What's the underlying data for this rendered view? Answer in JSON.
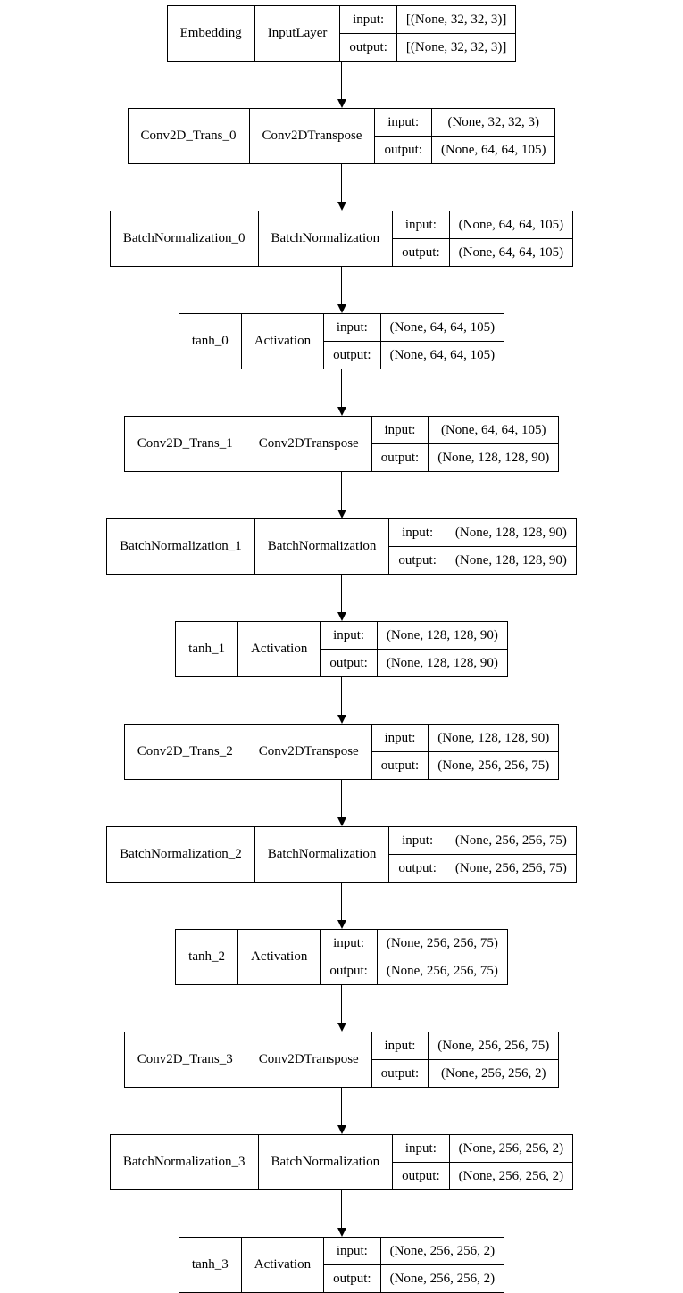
{
  "labels": {
    "input": "input:",
    "output": "output:"
  },
  "nodes": [
    {
      "name": "Embedding",
      "type": "InputLayer",
      "input": "[(None, 32, 32, 3)]",
      "output": "[(None, 32, 32, 3)]"
    },
    {
      "name": "Conv2D_Trans_0",
      "type": "Conv2DTranspose",
      "input": "(None, 32, 32, 3)",
      "output": "(None, 64, 64, 105)"
    },
    {
      "name": "BatchNormalization_0",
      "type": "BatchNormalization",
      "input": "(None, 64, 64, 105)",
      "output": "(None, 64, 64, 105)"
    },
    {
      "name": "tanh_0",
      "type": "Activation",
      "input": "(None, 64, 64, 105)",
      "output": "(None, 64, 64, 105)"
    },
    {
      "name": "Conv2D_Trans_1",
      "type": "Conv2DTranspose",
      "input": "(None, 64, 64, 105)",
      "output": "(None, 128, 128, 90)"
    },
    {
      "name": "BatchNormalization_1",
      "type": "BatchNormalization",
      "input": "(None, 128, 128, 90)",
      "output": "(None, 128, 128, 90)"
    },
    {
      "name": "tanh_1",
      "type": "Activation",
      "input": "(None, 128, 128, 90)",
      "output": "(None, 128, 128, 90)"
    },
    {
      "name": "Conv2D_Trans_2",
      "type": "Conv2DTranspose",
      "input": "(None, 128, 128, 90)",
      "output": "(None, 256, 256, 75)"
    },
    {
      "name": "BatchNormalization_2",
      "type": "BatchNormalization",
      "input": "(None, 256, 256, 75)",
      "output": "(None, 256, 256, 75)"
    },
    {
      "name": "tanh_2",
      "type": "Activation",
      "input": "(None, 256, 256, 75)",
      "output": "(None, 256, 256, 75)"
    },
    {
      "name": "Conv2D_Trans_3",
      "type": "Conv2DTranspose",
      "input": "(None, 256, 256, 75)",
      "output": "(None, 256, 256, 2)"
    },
    {
      "name": "BatchNormalization_3",
      "type": "BatchNormalization",
      "input": "(None, 256, 256, 2)",
      "output": "(None, 256, 256, 2)"
    },
    {
      "name": "tanh_3",
      "type": "Activation",
      "input": "(None, 256, 256, 2)",
      "output": "(None, 256, 256, 2)"
    }
  ]
}
